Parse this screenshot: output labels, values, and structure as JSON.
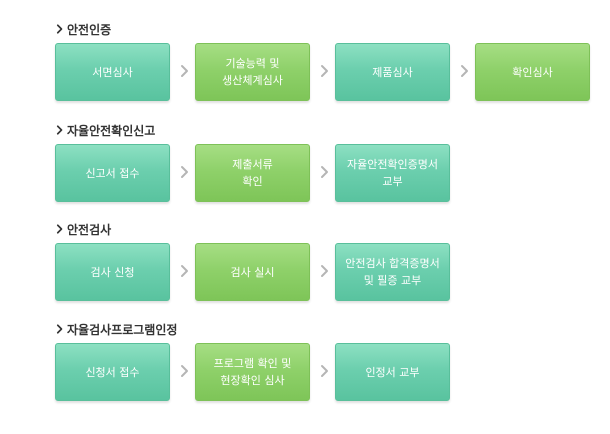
{
  "sections": [
    {
      "title": "안전인증",
      "steps": [
        {
          "label": "서면심사",
          "color": "teal"
        },
        {
          "label": "기술능력 및\n생산체계심사",
          "color": "green"
        },
        {
          "label": "제품심사",
          "color": "teal"
        },
        {
          "label": "확인심사",
          "color": "green"
        }
      ]
    },
    {
      "title": "자율안전확인신고",
      "steps": [
        {
          "label": "신고서 접수",
          "color": "teal"
        },
        {
          "label": "제출서류\n확인",
          "color": "green"
        },
        {
          "label": "자율안전확인증명서\n교부",
          "color": "teal"
        }
      ]
    },
    {
      "title": "안전검사",
      "steps": [
        {
          "label": "검사 신청",
          "color": "teal"
        },
        {
          "label": "검사 실시",
          "color": "green"
        },
        {
          "label": "안전검사 합격증명서\n및 필증 교부",
          "color": "teal"
        }
      ]
    },
    {
      "title": "자율검사프로그램인정",
      "steps": [
        {
          "label": "신청서 접수",
          "color": "teal"
        },
        {
          "label": "프로그램 확인 및\n현장확인 심사",
          "color": "green"
        },
        {
          "label": "인정서 교부",
          "color": "teal"
        }
      ]
    }
  ],
  "colors": {
    "teal": "#6ccfae",
    "green": "#8fd16a",
    "arrow": "#b5b5b5",
    "title": "#333333"
  },
  "icons": {
    "section_marker": "chevron-right-icon",
    "step_arrow": "chevron-right-icon"
  }
}
